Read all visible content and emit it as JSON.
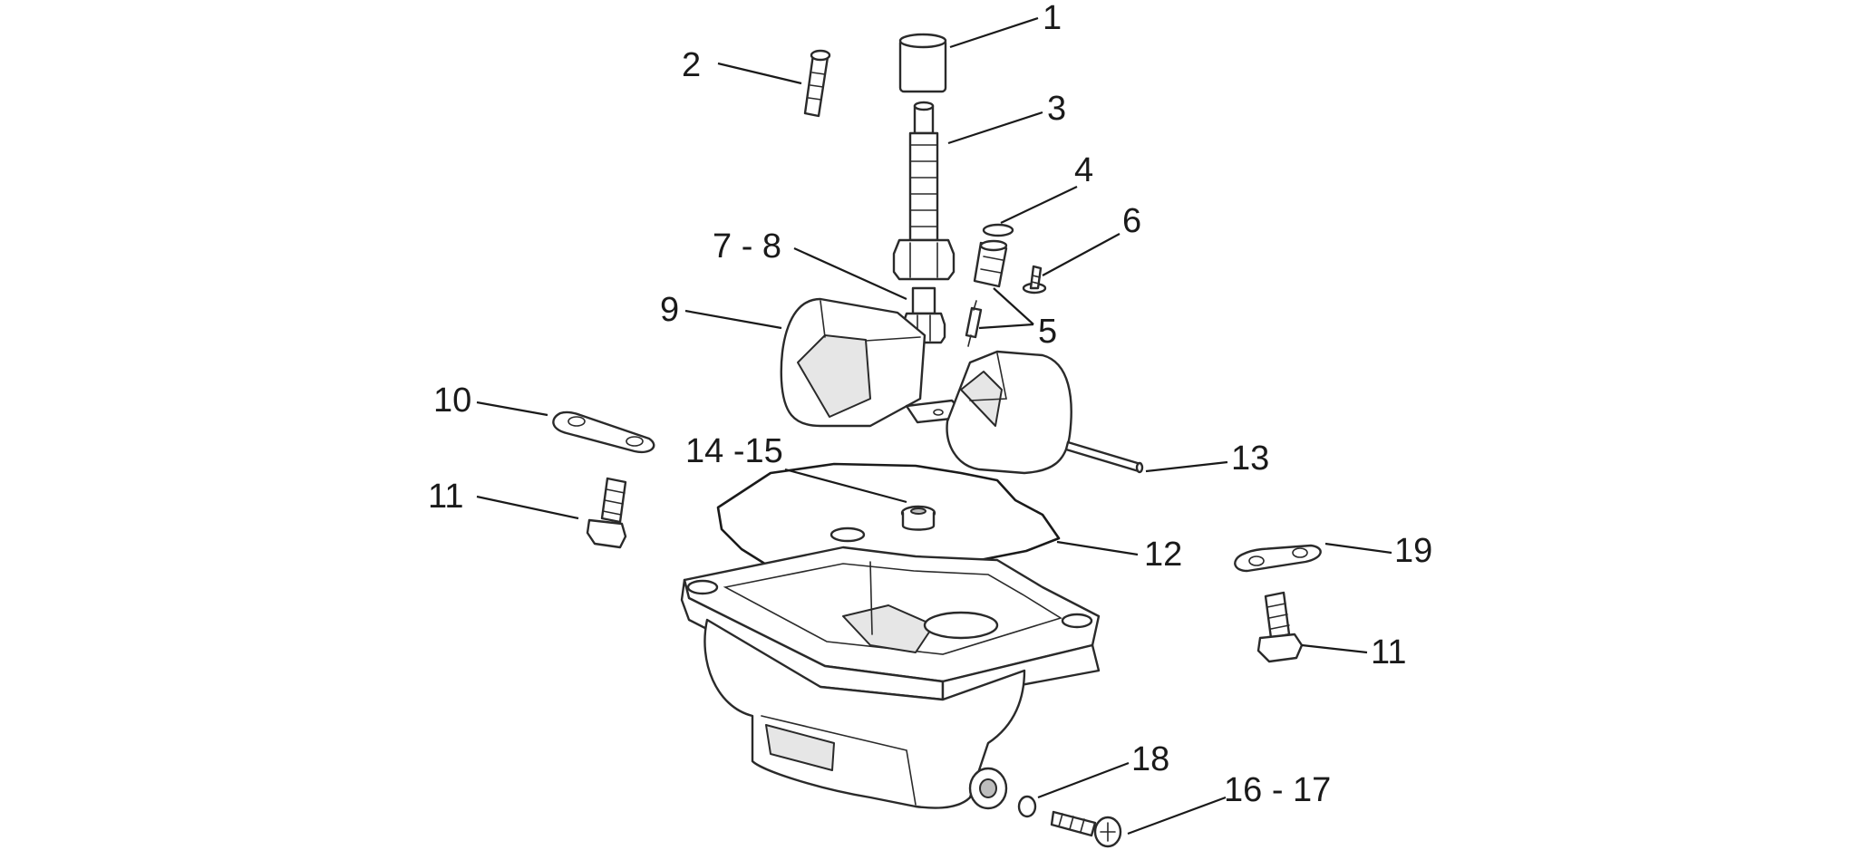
{
  "callouts": [
    {
      "id": "c1",
      "label": "1"
    },
    {
      "id": "c2",
      "label": "2"
    },
    {
      "id": "c3",
      "label": "3"
    },
    {
      "id": "c4",
      "label": "4"
    },
    {
      "id": "c5",
      "label": "5"
    },
    {
      "id": "c6",
      "label": "6"
    },
    {
      "id": "c78",
      "label": "7 - 8"
    },
    {
      "id": "c9",
      "label": "9"
    },
    {
      "id": "c10",
      "label": "10"
    },
    {
      "id": "c11a",
      "label": "11"
    },
    {
      "id": "c11b",
      "label": "11"
    },
    {
      "id": "c12",
      "label": "12"
    },
    {
      "id": "c13",
      "label": "13"
    },
    {
      "id": "c1415",
      "label": "14 -15"
    },
    {
      "id": "c1617",
      "label": "16 - 17"
    },
    {
      "id": "c18",
      "label": "18"
    },
    {
      "id": "c19",
      "label": "19"
    }
  ],
  "colors": {
    "line": "#2a2a2a",
    "fill": "#ffffff",
    "shade": "#e6e6e6"
  }
}
